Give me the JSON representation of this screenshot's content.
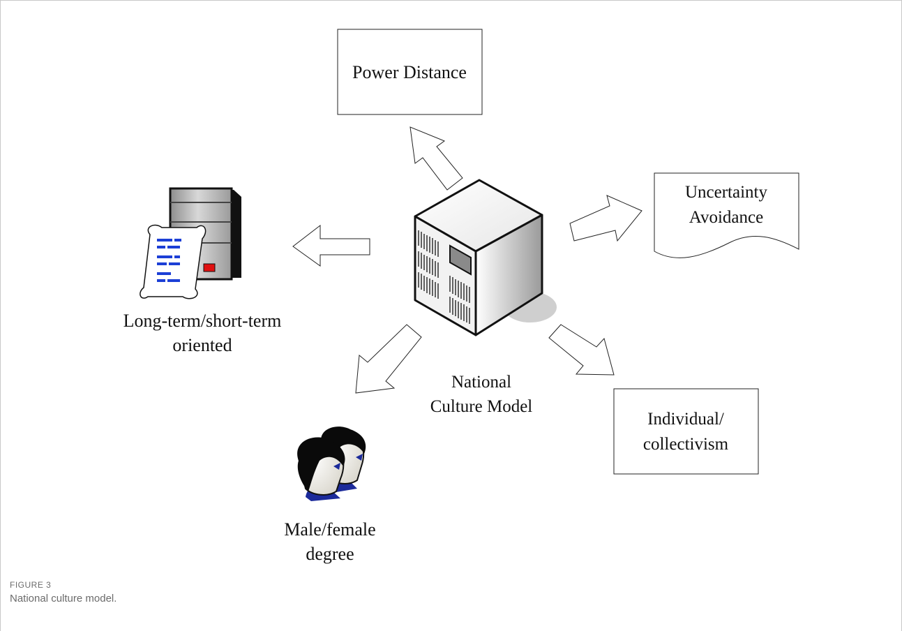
{
  "figure": {
    "label": "FIGURE 3",
    "caption": "National culture model."
  },
  "diagram": {
    "center": {
      "line1": "National",
      "line2": "Culture Model"
    },
    "nodes": {
      "power_distance": {
        "line1": "Power Distance"
      },
      "uncertainty_avoidance": {
        "line1": "Uncertainty",
        "line2": "Avoidance"
      },
      "individualism": {
        "line1": "Individual/",
        "line2": "collectivism"
      },
      "masculinity": {
        "line1": "Male/female",
        "line2": "degree"
      },
      "long_term": {
        "line1": "Long-term/short-term",
        "line2": "oriented"
      }
    }
  }
}
